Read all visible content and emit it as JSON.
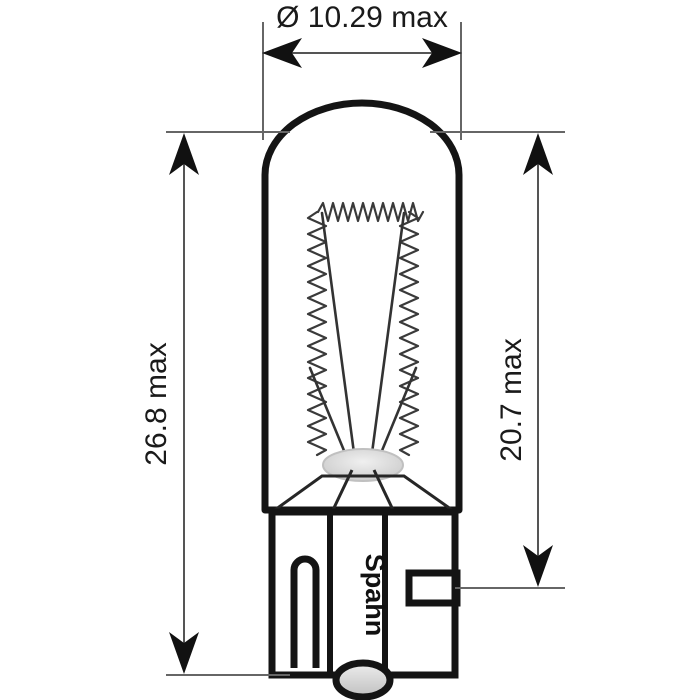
{
  "drawing": {
    "title_alt": "Technical dimension drawing of a wedge-base miniature lamp",
    "brand_label": "Spahn",
    "colors": {
      "background": "#ffffff",
      "outline": "#141414",
      "dimension_line": "#555555",
      "extension_line": "#666666",
      "text": "#1a1a1a",
      "glass_fill_light": "#fdfdfd",
      "glass_fill_shade": "#c9c9c9",
      "base_fill_light": "#f2f2f2",
      "base_fill_shade": "#b4b4b4"
    }
  },
  "dimensions": {
    "diameter": {
      "label": "Ø 10.29 max",
      "value": "10.29",
      "symbol": "Ø",
      "qualifier": "max",
      "orientation": "horizontal",
      "position": "top"
    },
    "overall_height": {
      "label": "26.8 max",
      "value": "26.8",
      "qualifier": "max",
      "orientation": "vertical-rotated",
      "position": "left"
    },
    "glass_height": {
      "label": "20.7 max",
      "value": "20.7",
      "qualifier": "max",
      "orientation": "vertical-rotated",
      "position": "right"
    }
  },
  "parts": {
    "glass_envelope": "glass-envelope",
    "filament": "filament-coil",
    "pinch_seal": "pinch-seal",
    "exhaust_tip": "exhaust-tip-ellipse",
    "base": "wedge-base",
    "contact_wire": "contact-wire-hairpin",
    "base_notch": "base-notch-rectangle",
    "base_nub": "base-bottom-nub"
  }
}
